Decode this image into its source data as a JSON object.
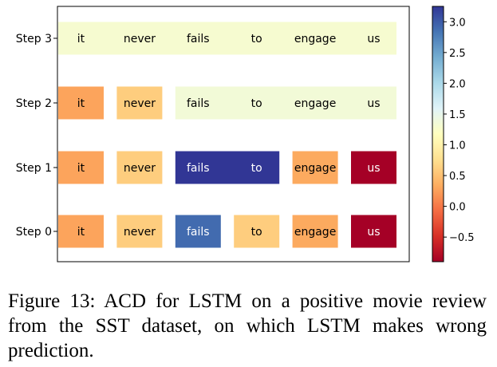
{
  "chart_data": {
    "type": "heatmap",
    "title": "",
    "xlabel": "",
    "ylabel": "",
    "tokens": [
      "it",
      "never",
      "fails",
      "to",
      "engage",
      "us"
    ],
    "steps": [
      {
        "label": "Step 3",
        "segments": [
          {
            "start": 0,
            "end": 5,
            "value": 1.3
          }
        ]
      },
      {
        "label": "Step 2",
        "segments": [
          {
            "start": 0,
            "end": 0,
            "value": 0.28
          },
          {
            "start": 1,
            "end": 1,
            "value": 0.6
          },
          {
            "start": 2,
            "end": 5,
            "value": 1.35
          }
        ]
      },
      {
        "label": "Step 1",
        "segments": [
          {
            "start": 0,
            "end": 0,
            "value": 0.28
          },
          {
            "start": 1,
            "end": 1,
            "value": 0.6
          },
          {
            "start": 2,
            "end": 3,
            "value": 3.25
          },
          {
            "start": 4,
            "end": 4,
            "value": 0.32
          },
          {
            "start": 5,
            "end": 5,
            "value": -0.9
          }
        ]
      },
      {
        "label": "Step 0",
        "segments": [
          {
            "start": 0,
            "end": 0,
            "value": 0.28
          },
          {
            "start": 1,
            "end": 1,
            "value": 0.6
          },
          {
            "start": 2,
            "end": 2,
            "value": 2.9
          },
          {
            "start": 3,
            "end": 3,
            "value": 0.6
          },
          {
            "start": 4,
            "end": 4,
            "value": 0.32
          },
          {
            "start": 5,
            "end": 5,
            "value": -0.9
          }
        ]
      }
    ],
    "colorbar": {
      "colormap": "RdYlBu",
      "vmin": -0.9,
      "vmax": 3.25,
      "ticks": [
        3.0,
        2.5,
        2.0,
        1.5,
        1.0,
        0.5,
        0.0,
        -0.5
      ],
      "tick_labels": [
        "3.0",
        "2.5",
        "2.0",
        "1.5",
        "1.0",
        "0.5",
        "0.0",
        "−0.5"
      ]
    }
  },
  "caption": "Figure 13:  ACD for LSTM on a positive movie review from the SST dataset, on which LSTM makes wrong prediction."
}
